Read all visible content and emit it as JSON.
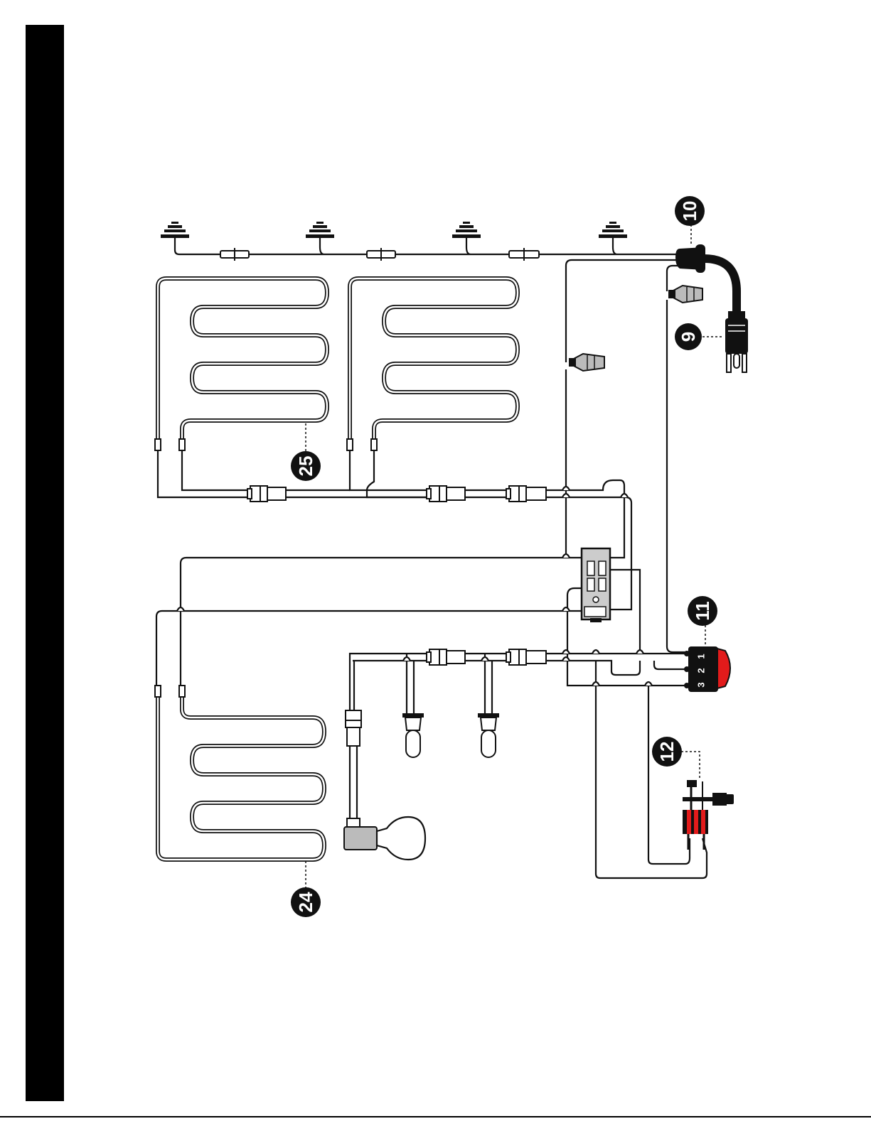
{
  "callouts": {
    "c10": "10",
    "c9": "9",
    "c25": "25",
    "c11": "11",
    "c12": "12",
    "c24": "24"
  },
  "switch_terminals": {
    "t1": "1",
    "t2": "2",
    "t3": "3"
  },
  "colors": {
    "wire": "#111111",
    "callout_bg": "#111111",
    "accent_red": "#e21b1b",
    "connector_fill": "#ffffff",
    "bulb_fill": "#ffffff",
    "socket_grey": "#bbbbbb",
    "relay_grey": "#cccccc"
  }
}
